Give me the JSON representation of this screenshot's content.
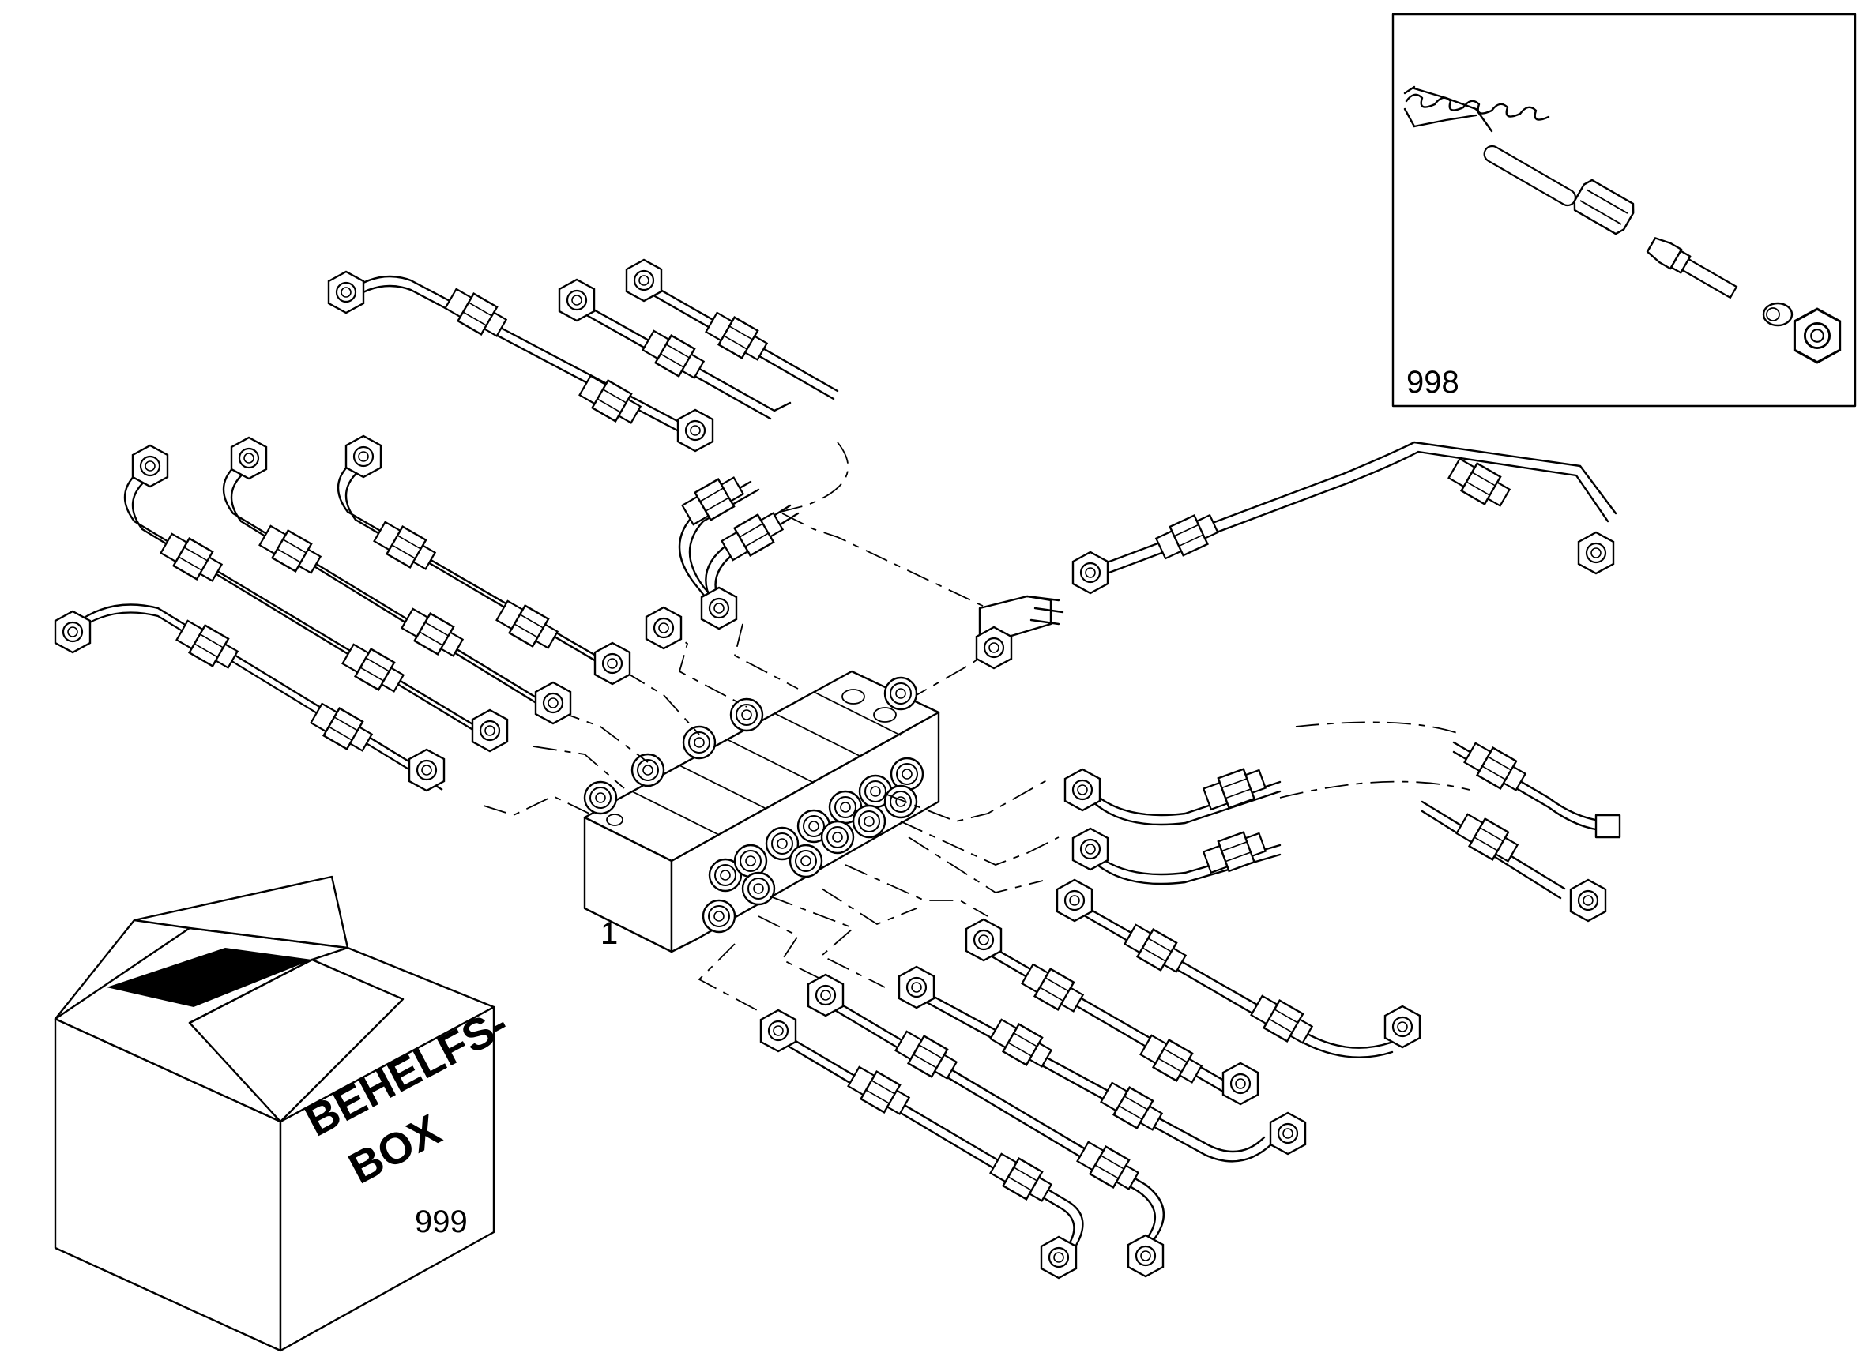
{
  "labels": {
    "main_block": "1",
    "inset": "998",
    "box_number": "999",
    "box_text_line1": "BEHELFS-",
    "box_text_line2": "BOX"
  }
}
